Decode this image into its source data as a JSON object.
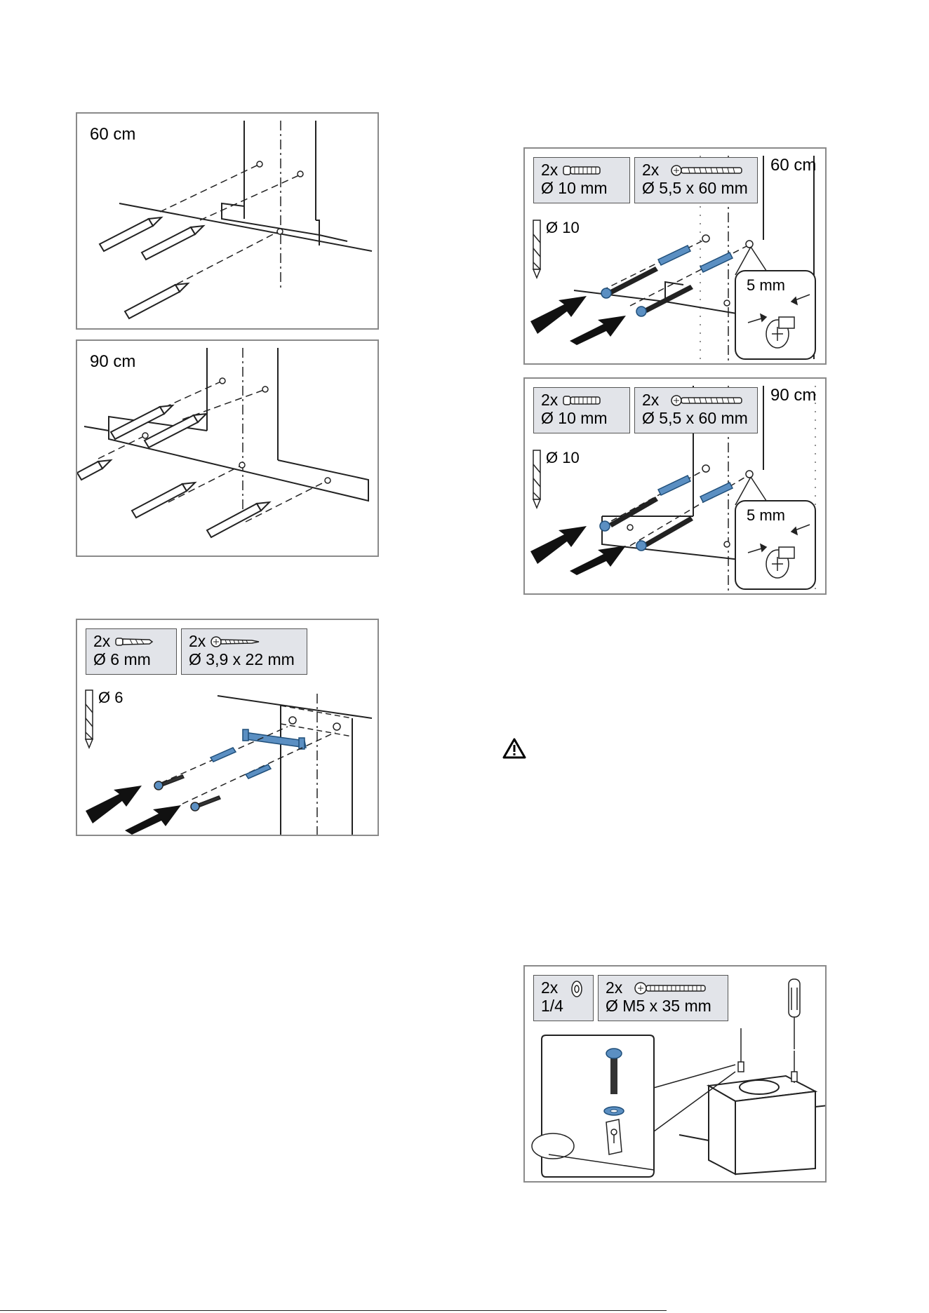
{
  "panels": {
    "marking_60": {
      "size_label": "60 cm"
    },
    "marking_90": {
      "size_label": "90 cm"
    },
    "bracket_6mm": {
      "items": [
        {
          "qty": "2x",
          "spec": "Ø 6 mm",
          "icon": "wall-plug-icon"
        },
        {
          "qty": "2x",
          "spec": "Ø 3,9 x 22 mm",
          "icon": "screw-icon"
        }
      ],
      "drill_label": "Ø 6"
    },
    "fixing_60": {
      "size_label": "60 cm",
      "items": [
        {
          "qty": "2x",
          "spec": "Ø 10 mm",
          "icon": "wall-plug-icon"
        },
        {
          "qty": "2x",
          "spec": "Ø 5,5 x 60 mm",
          "icon": "screw-icon"
        }
      ],
      "drill_label": "Ø 10",
      "gap_label": "5 mm"
    },
    "fixing_90": {
      "size_label": "90 cm",
      "items": [
        {
          "qty": "2x",
          "spec": "Ø 10 mm",
          "icon": "wall-plug-icon"
        },
        {
          "qty": "2x",
          "spec": "Ø 5,5 x 60 mm",
          "icon": "screw-icon"
        }
      ],
      "drill_label": "Ø 10",
      "gap_label": "5 mm"
    },
    "top_fixing": {
      "items": [
        {
          "qty": "2x",
          "spec": "1/4",
          "icon": "washer-icon"
        },
        {
          "qty": "2x",
          "spec": "Ø M5 x 35 mm",
          "icon": "bolt-icon"
        }
      ]
    }
  },
  "warning": {
    "icon": "warning-triangle-icon"
  },
  "colors": {
    "frame": "#8a8a8a",
    "tag_bg": "#e2e4e9",
    "part_blue": "#5b8fc2",
    "line": "#222222"
  }
}
